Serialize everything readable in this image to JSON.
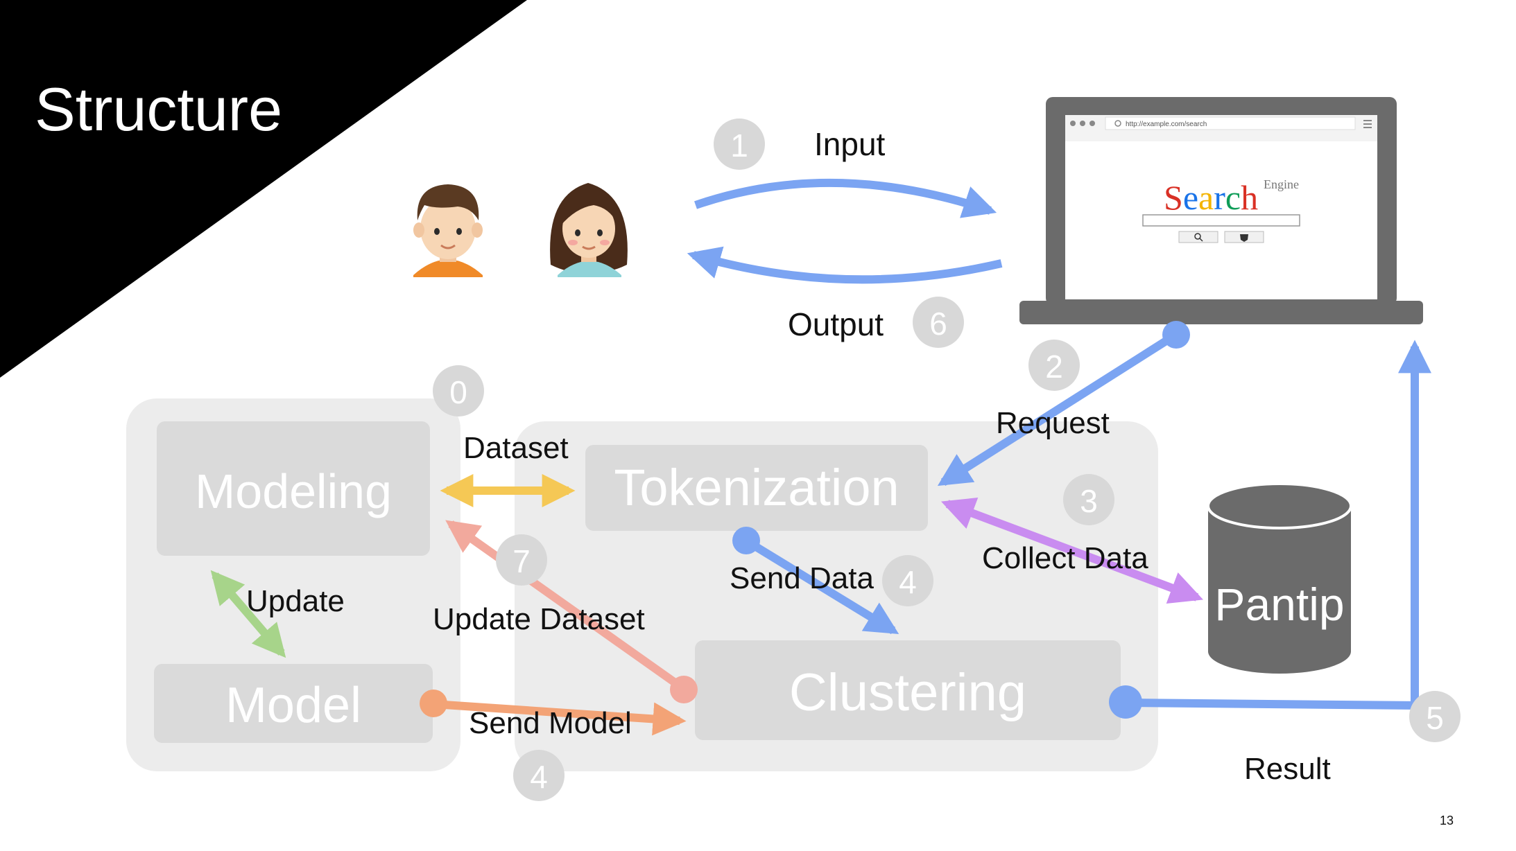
{
  "slide": {
    "title": "Structure",
    "page_number": "13"
  },
  "boxes": {
    "modeling": "Modeling",
    "model": "Model",
    "tokenization": "Tokenization",
    "clustering": "Clustering",
    "database": "Pantip"
  },
  "labels": {
    "input": "Input",
    "output": "Output",
    "request": "Request",
    "collect_data": "Collect Data",
    "dataset": "Dataset",
    "send_data": "Send Data",
    "update": "Update",
    "update_dataset": "Update Dataset",
    "send_model": "Send Model",
    "result": "Result"
  },
  "steps": {
    "s0": "0",
    "s1": "1",
    "s2": "2",
    "s3": "3",
    "s4a": "4",
    "s4b": "4",
    "s5": "5",
    "s6": "6",
    "s7": "7"
  },
  "browser": {
    "url": "http://example.com/search",
    "logo_word": "Search",
    "logo_sup": "Engine"
  },
  "colors": {
    "blue": "#7ba4f2",
    "yellow": "#f5c855",
    "green": "#a7d48a",
    "purple": "#c98cf0",
    "salmon": "#f2a99d",
    "orange": "#f3a376",
    "panel": "#ececec",
    "box": "#dadada",
    "badge": "#d8d8d8",
    "laptop": "#6b6b6b"
  }
}
